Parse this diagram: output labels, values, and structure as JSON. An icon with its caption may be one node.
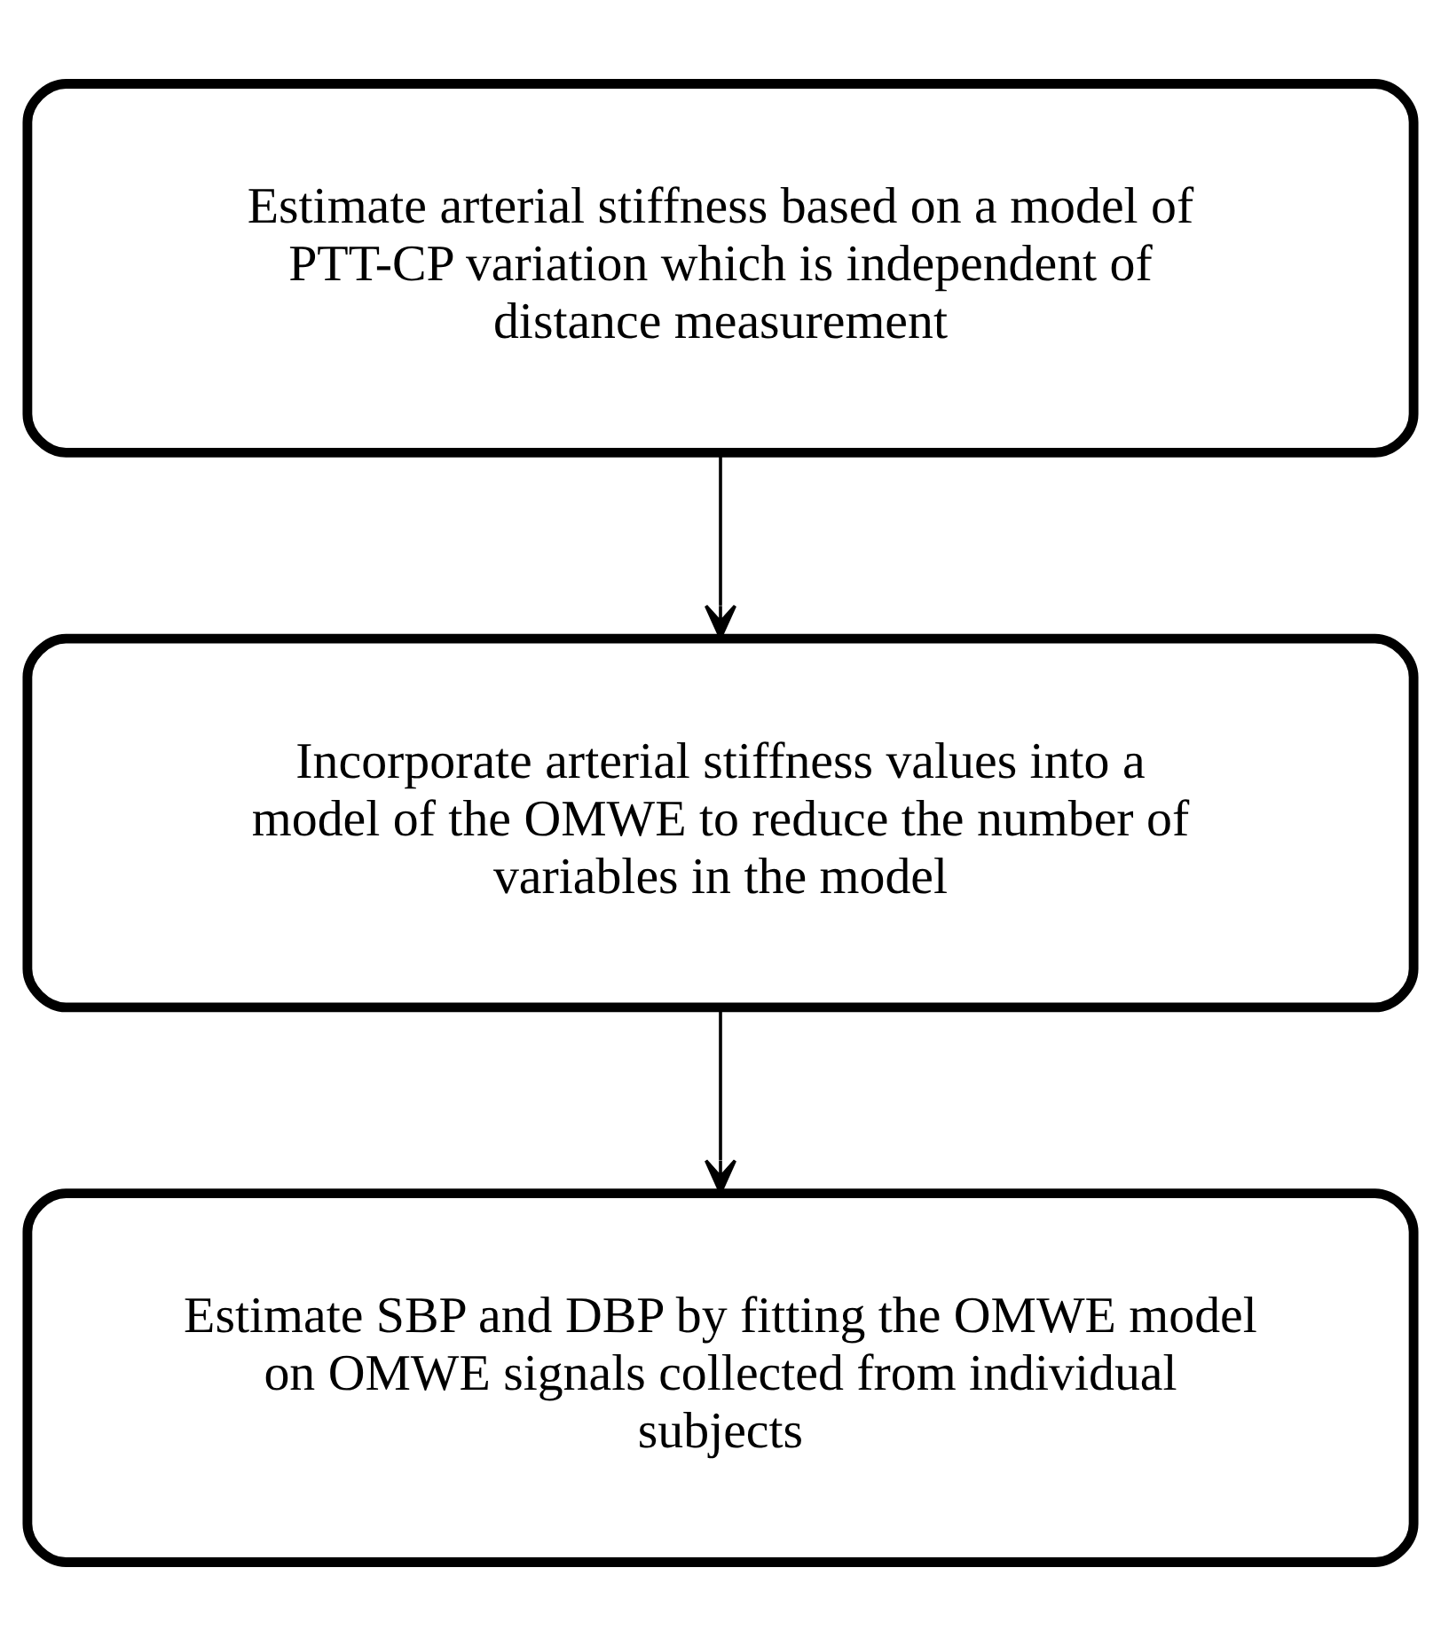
{
  "diagram": {
    "nodes": [
      {
        "text": [
          "Estimate arterial stiffness based on a model of PTT-CP variation which is independent of distance measurement"
        ]
      },
      {
        "text": [
          "Incorporate arterial stiffness values into a model of the OMWE to reduce the number of variables in the model"
        ]
      },
      {
        "text": [
          "Estimate SBP and DBP by fitting the OMWE model on OMWE signals collected from individual subjects"
        ]
      }
    ],
    "edges": [
      {
        "from": 0,
        "to": 1,
        "arrow": "to"
      },
      {
        "from": 1,
        "to": 2,
        "arrow": "to"
      }
    ]
  }
}
